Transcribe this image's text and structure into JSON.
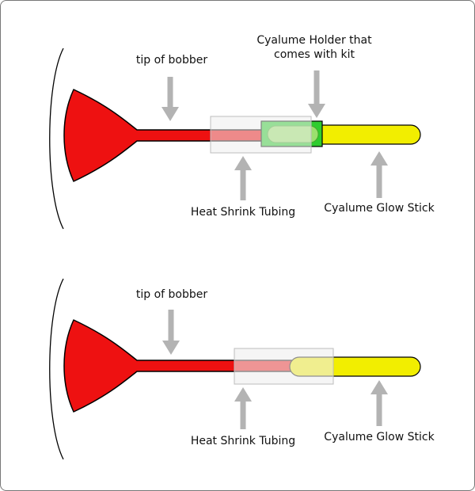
{
  "colors": {
    "bobber_red": "#ee1111",
    "glow_stick_yellow": "#f2ee00",
    "holder_green": "#2fcc2f",
    "holder_inner_green": "#9ce06e",
    "arrow_gray": "#b3b3b3",
    "tubing_stroke": "#bdbdbd",
    "outline_black": "#000000"
  },
  "panels": [
    {
      "tip_of_bobber_label": "tip of bobber",
      "cyalume_holder_label": "Cyalume Holder that comes with kit",
      "heat_shrink_label": "Heat Shrink Tubing",
      "glow_stick_label": "Cyalume Glow Stick"
    },
    {
      "tip_of_bobber_label": "tip of bobber",
      "heat_shrink_label": "Heat Shrink Tubing",
      "glow_stick_label": "Cyalume Glow Stick"
    }
  ]
}
